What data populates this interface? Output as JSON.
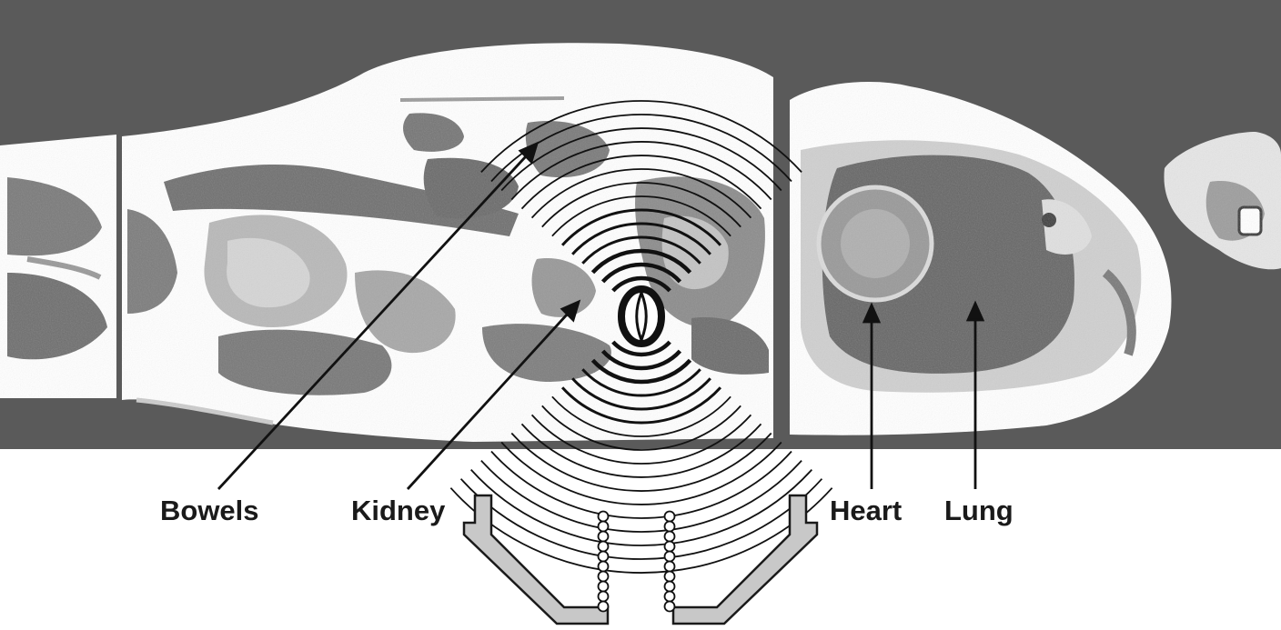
{
  "labels": {
    "bowels": "Bowels",
    "kidney": "Kidney",
    "heart": "Heart",
    "lung": "Lung"
  },
  "colors": {
    "background_band": "#5a5a5a",
    "tissue_white": "#ffffff",
    "tissue_light": "#cfcfcf",
    "tissue_mid": "#8a8a8a",
    "tissue_dark": "#5e5e5e",
    "lung_field": "#6a6a6a",
    "probe_fill": "#c8c8c8",
    "line": "#111111"
  }
}
